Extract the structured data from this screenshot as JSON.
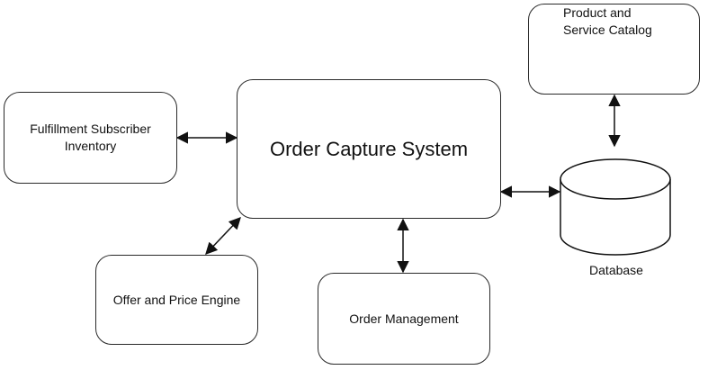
{
  "diagram": {
    "nodes": {
      "order_capture": {
        "label": "Order Capture System"
      },
      "fulfillment": {
        "line1": "Fulfillment Subscriber",
        "line2": "Inventory"
      },
      "product_catalog": {
        "line1": "Product and",
        "line2": "Service Catalog"
      },
      "database": {
        "label": "Database"
      },
      "offer_price": {
        "label": "Offer and Price Engine"
      },
      "order_management": {
        "label": "Order Management"
      }
    },
    "edges": [
      {
        "from": "fulfillment",
        "to": "order_capture",
        "direction": "bidirectional"
      },
      {
        "from": "order_capture",
        "to": "database",
        "direction": "bidirectional"
      },
      {
        "from": "product_catalog",
        "to": "database",
        "direction": "bidirectional"
      },
      {
        "from": "order_capture",
        "to": "offer_price",
        "direction": "bidirectional"
      },
      {
        "from": "order_capture",
        "to": "order_management",
        "direction": "bidirectional"
      }
    ],
    "colors": {
      "stroke": "#2a2a2a",
      "fill": "#ffffff",
      "text": "#111111"
    }
  }
}
